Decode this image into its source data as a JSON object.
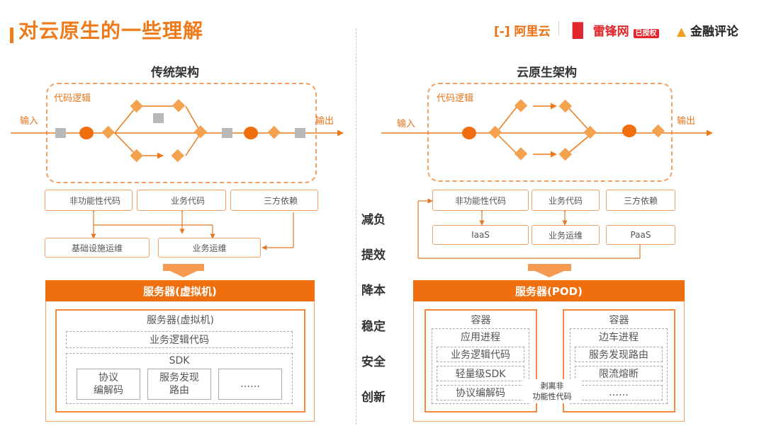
{
  "title": "对云原生的一些理解",
  "logos": {
    "aliyun": "阿里云",
    "leifeng": "雷锋网",
    "leifeng_badge": "已授权",
    "jinrong": "金融评论"
  },
  "left": {
    "title": "传统架构",
    "code_logic": "代码逻辑",
    "input": "输入",
    "output": "输出",
    "legend": {
      "nonfunc": "非功能性代码",
      "biz": "业务代码",
      "third": "三方依赖"
    },
    "ops": {
      "infra": "基础设施运维",
      "biz": "业务运维"
    },
    "server_bar": "服务器(虚拟机)",
    "server_inner_title": "服务器(虚拟机)",
    "biz_logic": "业务逻辑代码",
    "sdk": "SDK",
    "sdk_items": [
      "协议\n编解码",
      "服务发现\n路由",
      "……"
    ]
  },
  "center_words": [
    "减负",
    "提效",
    "降本",
    "稳定",
    "安全",
    "创新"
  ],
  "right": {
    "title": "云原生架构",
    "code_logic": "代码逻辑",
    "input": "输入",
    "output": "输出",
    "legend": {
      "nonfunc": "非功能性代码",
      "biz": "业务代码",
      "third": "三方依赖"
    },
    "ops": {
      "iaas": "IaaS",
      "biz": "业务运维",
      "paas": "PaaS"
    },
    "server_bar": "服务器(POD)",
    "container1": {
      "title": "容器",
      "process": "应用进程",
      "items": [
        "业务逻辑代码",
        "轻量级SDK",
        "协议编解码"
      ]
    },
    "container2": {
      "title": "容器",
      "process": "边车进程",
      "items": [
        "服务发现路由",
        "限流熔断",
        "……"
      ]
    },
    "separation_note": "剥离非\n功能性代码"
  },
  "colors": {
    "accent": "#ef6e0f",
    "gray": "#b5b5b5",
    "dash": "#f2a064"
  }
}
